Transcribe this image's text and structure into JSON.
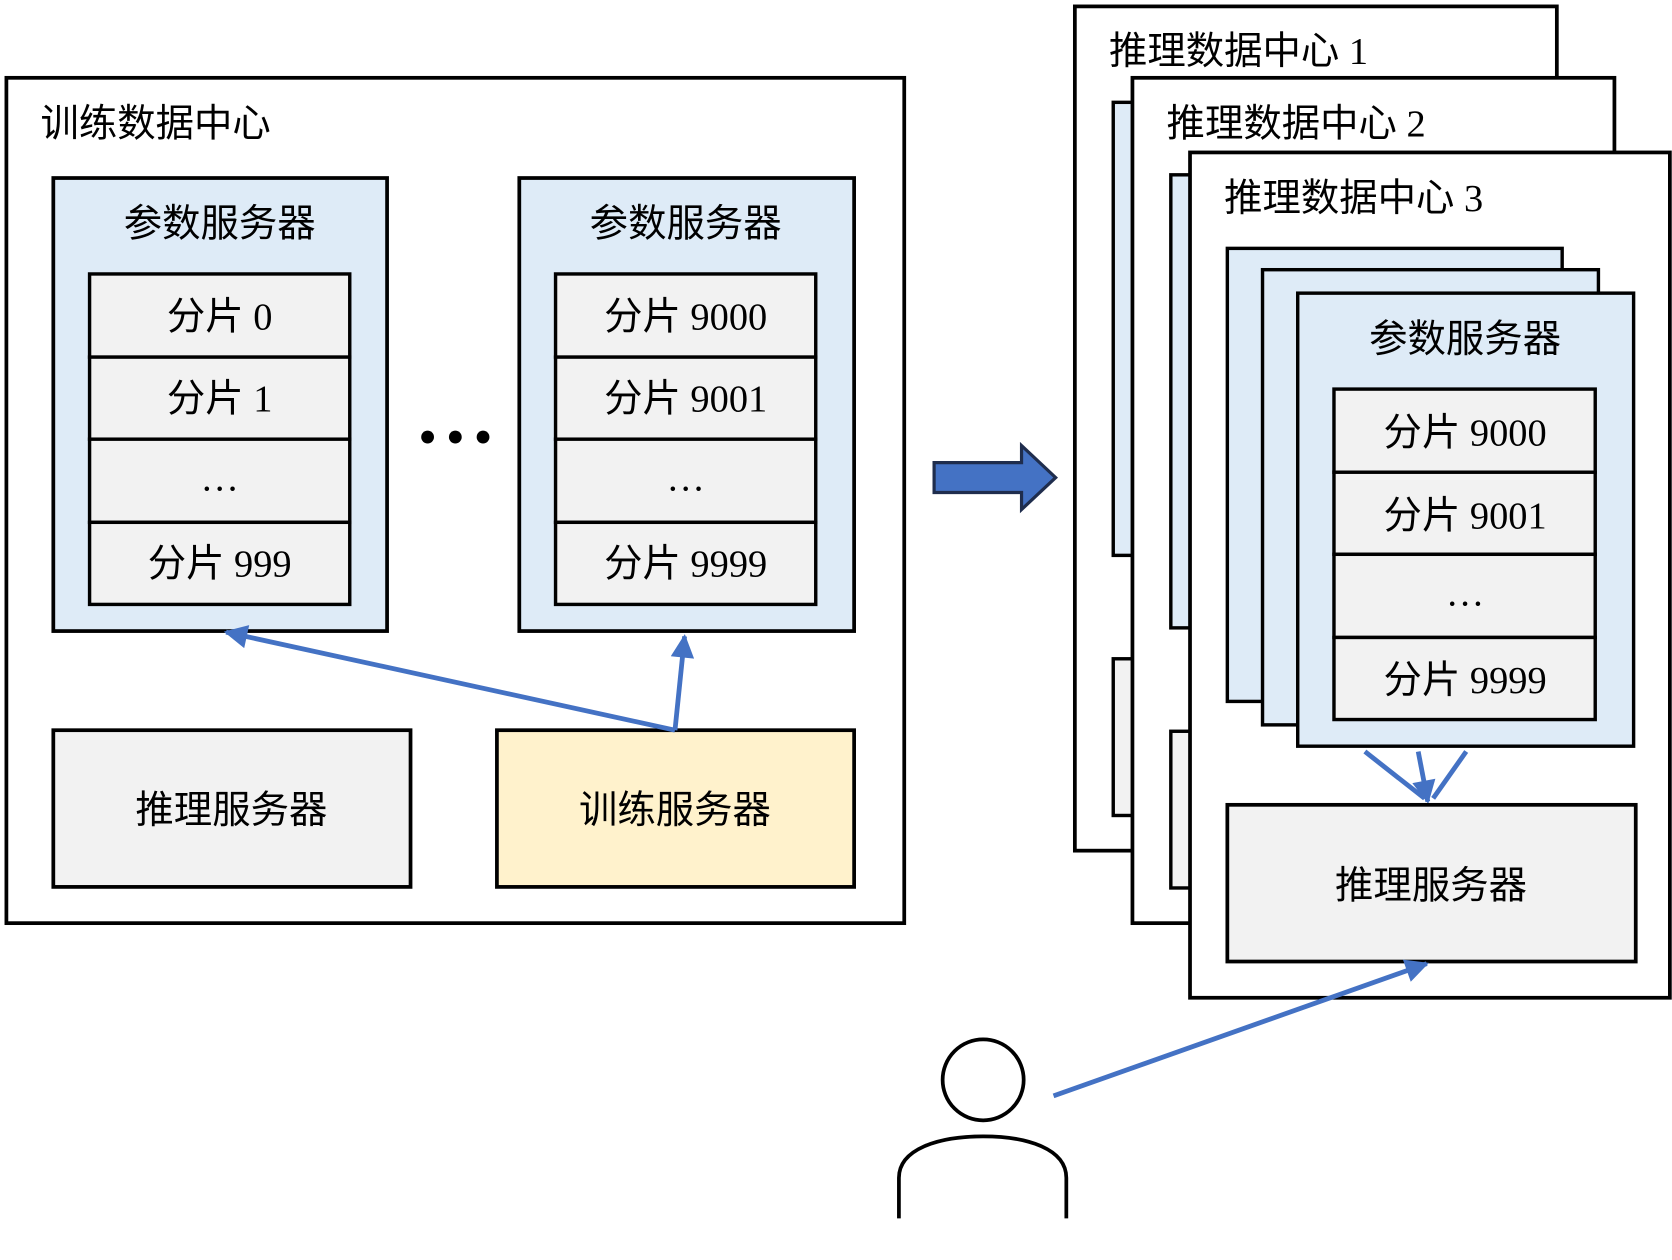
{
  "training_dc": {
    "title": "训练数据中心",
    "param_servers": [
      {
        "title": "参数服务器",
        "shards": [
          "分片 0",
          "分片 1",
          "…",
          "分片 999"
        ]
      },
      {
        "title": "参数服务器",
        "shards": [
          "分片 9000",
          "分片 9001",
          "…",
          "分片 9999"
        ]
      }
    ],
    "inference_server": "推理服务器",
    "training_server": "训练服务器"
  },
  "inference_dcs": [
    {
      "title": "推理数据中心 1"
    },
    {
      "title": "推理数据中心 2"
    },
    {
      "title": "推理数据中心 3",
      "param_server": {
        "title": "参数服务器",
        "shards": [
          "分片 9000",
          "分片 9001",
          "…",
          "分片 9999"
        ]
      },
      "inference_server": "推理服务器"
    }
  ],
  "colors": {
    "param_server": "#DEEBF7",
    "shard": "#F2F2F2",
    "inference_server": "#F2F2F2",
    "training_server": "#FFF2CC",
    "arrow": "#4472C4",
    "container": "#FFFFFF"
  }
}
